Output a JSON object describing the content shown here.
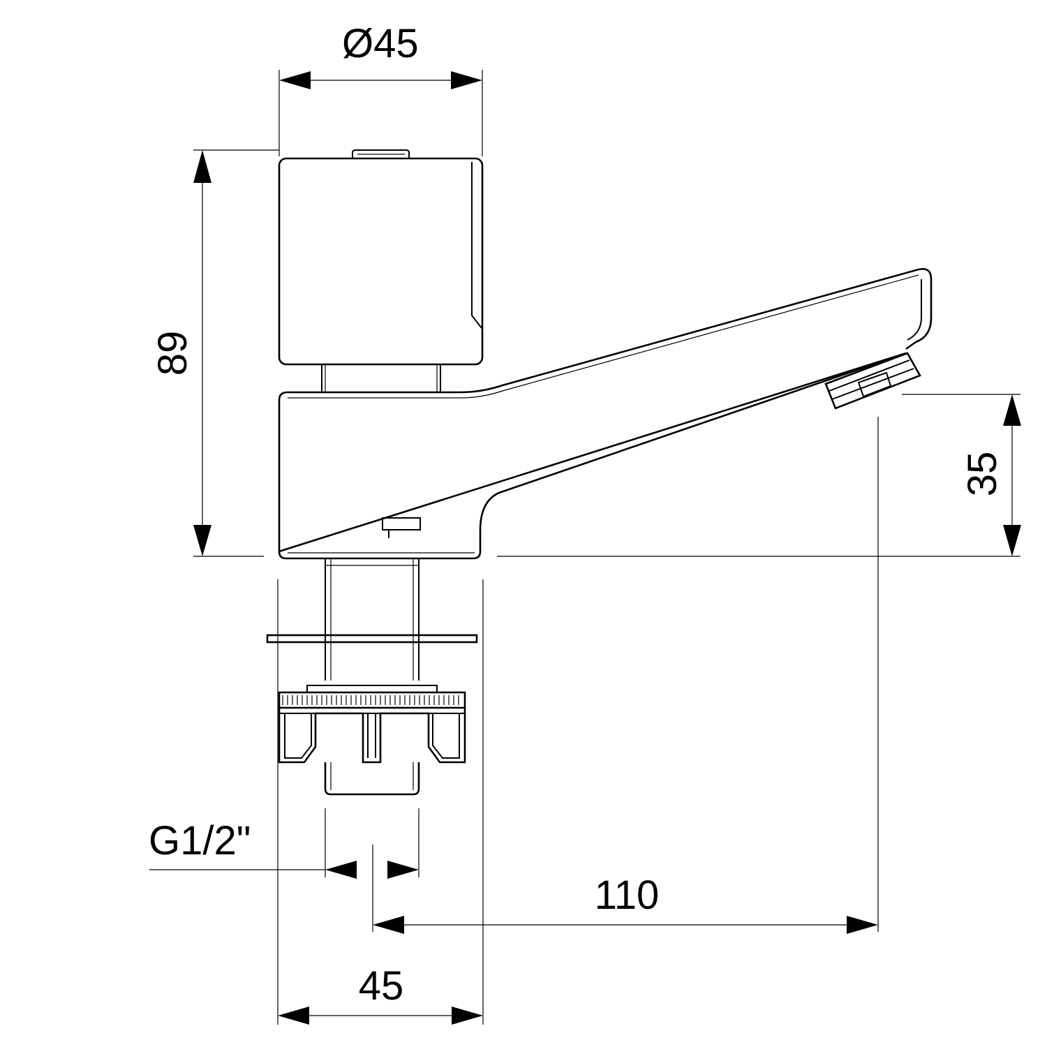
{
  "dimensions": {
    "diameter": "Ø45",
    "height_total": "89",
    "spout_height": "35",
    "thread": "G1/2\"",
    "projection": "110",
    "body_width": "45"
  },
  "colors": {
    "line": "#000000",
    "background": "#ffffff"
  }
}
